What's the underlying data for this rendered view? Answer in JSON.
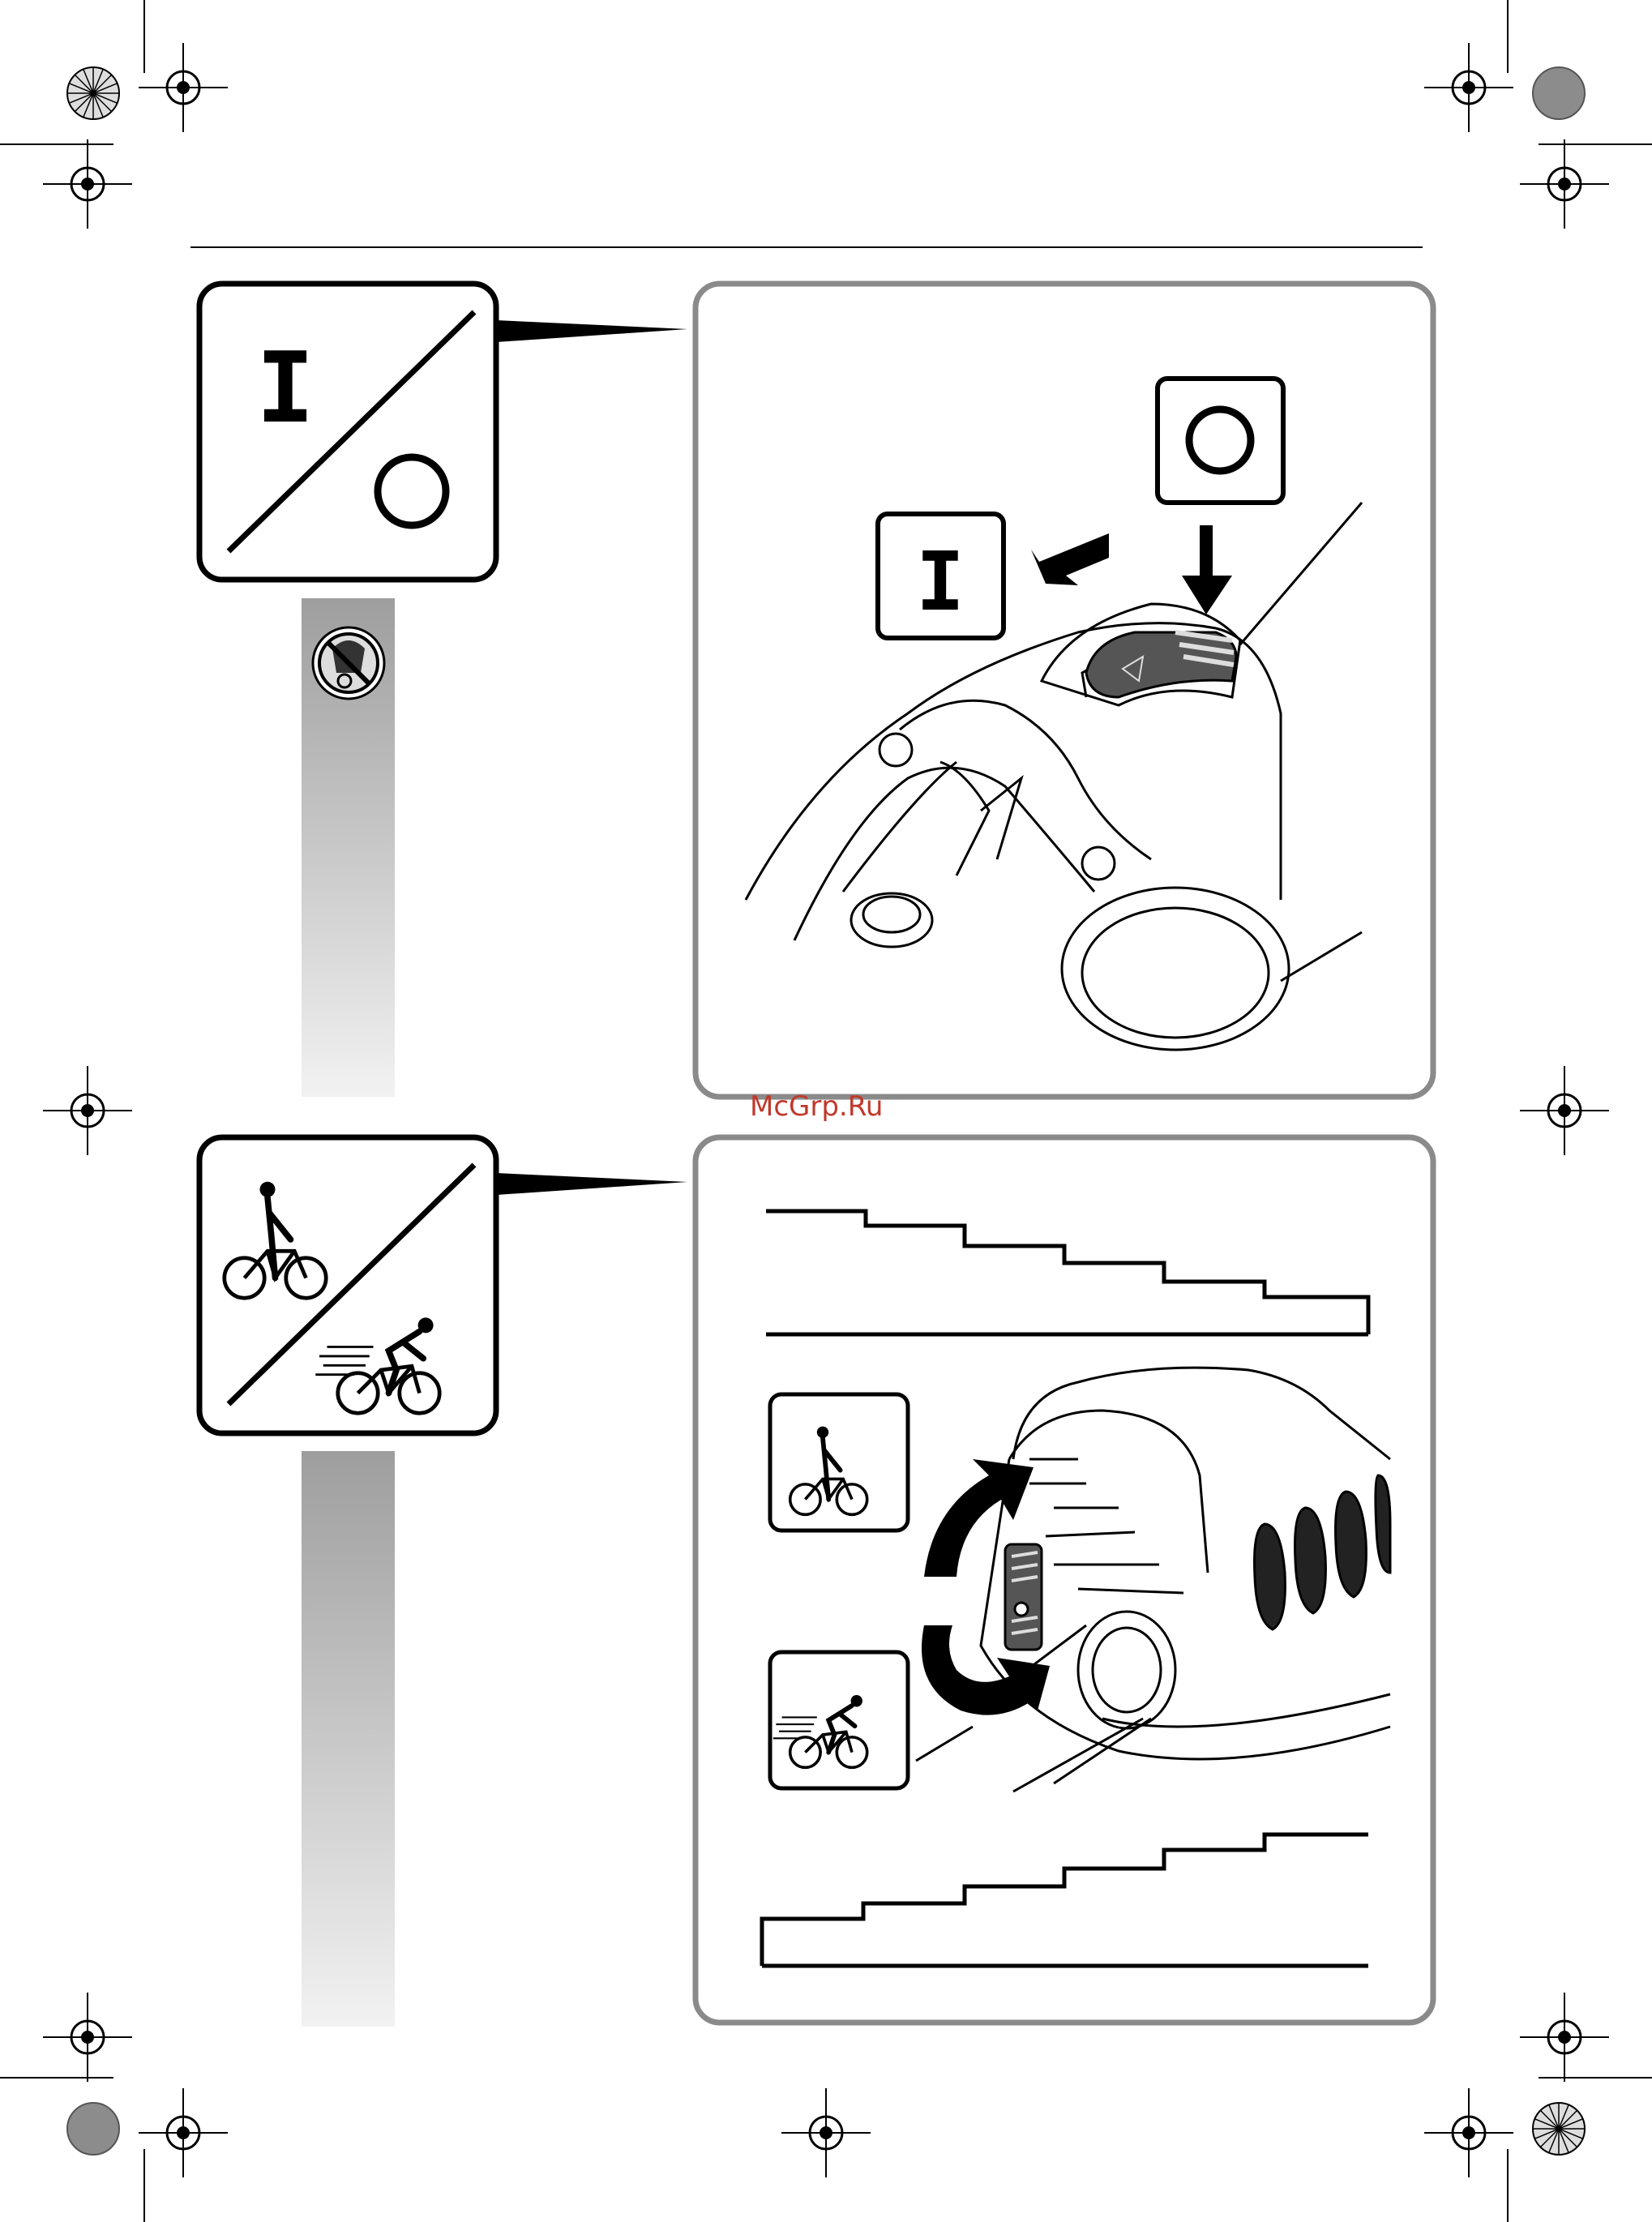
{
  "watermark": {
    "text": "McGrp.Ru",
    "color": "#c0392b"
  },
  "colors": {
    "frame_border": "#8a8a8a",
    "ink": "#000000",
    "bar_top": "#9e9e9e",
    "bar_bottom": "#f2f2f2"
  },
  "figure_top": {
    "symbol_card": {
      "on_label": "I",
      "off_label": "O",
      "icon": "on-off-icon"
    },
    "warning_icon": "no-hand-warning-icon",
    "illustration": {
      "on_label": "I",
      "off_label": "O",
      "subject": "on-off-switch-illustration"
    }
  },
  "figure_bottom": {
    "symbol_card": {
      "icons": [
        "slow-cyclist-icon",
        "fast-cyclist-icon"
      ]
    },
    "illustration": {
      "icons": [
        "slow-cyclist-icon",
        "fast-cyclist-icon",
        "rotate-up-arrow-icon",
        "rotate-down-arrow-icon"
      ],
      "subject": "speed-preselection-wheel-illustration"
    }
  },
  "registration_marks": [
    "crosshair-icon",
    "crosshair-icon",
    "crosshair-icon",
    "crosshair-icon"
  ]
}
